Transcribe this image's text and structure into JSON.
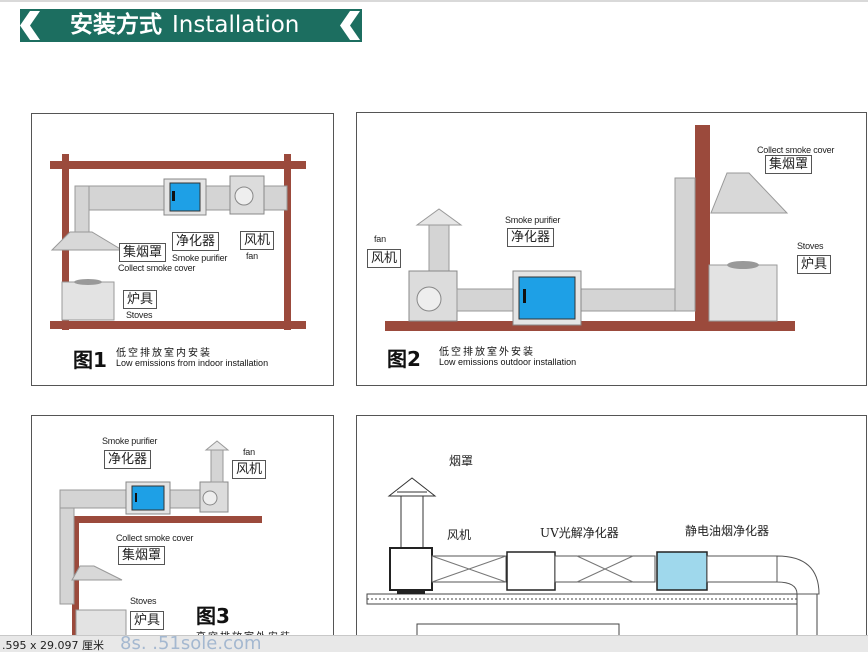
{
  "banner": {
    "title_zh": "安装方式",
    "title_en": "Installation"
  },
  "panel1": {
    "labels": {
      "hood_zh": "集烟罩",
      "hood_en": "Collect smoke cover",
      "purifier_zh": "净化器",
      "purifier_en": "Smoke purifier",
      "fan_zh": "风机",
      "fan_en": "fan",
      "stove_zh": "炉具",
      "stove_en": "Stoves"
    },
    "caption": {
      "num": "图1",
      "zh": "低空排放室内安装",
      "en": "Low emissions from indoor installation"
    }
  },
  "panel2": {
    "labels": {
      "hood_en": "Collect smoke cover",
      "hood_zh": "集烟罩",
      "purifier_en": "Smoke purifier",
      "purifier_zh": "净化器",
      "fan_en": "fan",
      "fan_zh": "风机",
      "stove_en": "Stoves",
      "stove_zh": "炉具"
    },
    "caption": {
      "num": "图2",
      "zh": "低空排放室外安装",
      "en": "Low emissions outdoor installation"
    }
  },
  "panel3": {
    "labels": {
      "purifier_en": "Smoke purifier",
      "purifier_zh": "净化器",
      "fan_en": "fan",
      "fan_zh": "风机",
      "hood_en": "Collect smoke cover",
      "hood_zh": "集烟罩",
      "stove_en": "Stoves",
      "stove_zh": "炉具"
    },
    "caption": {
      "num": "图3",
      "zh": "高空排放室外安装"
    }
  },
  "panel4": {
    "labels": {
      "hood": "烟罩",
      "fan": "风机",
      "uv": "UV光解净化器",
      "esp": "静电油烟净化器"
    }
  },
  "status": {
    "dimensions": ".595 x 29.097 厘米",
    "watermark": "8s.   .51sole.com"
  },
  "colors": {
    "banner": "#1c6e60",
    "purifier_blue": "#1ea0e6",
    "brick": "#9b4a3c",
    "duct": "#cfcfcf"
  }
}
